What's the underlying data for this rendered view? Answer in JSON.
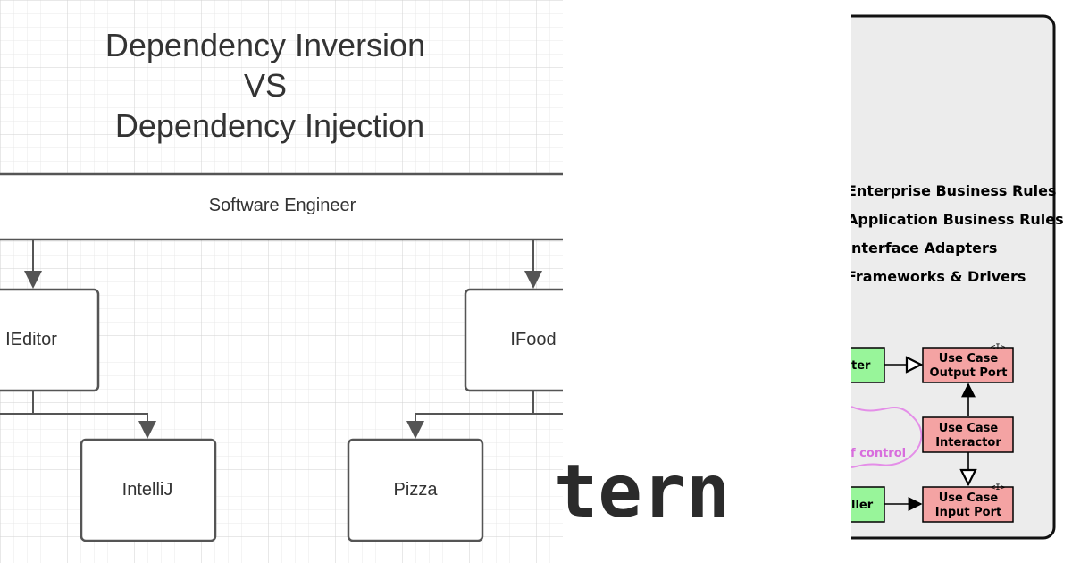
{
  "left_diagram": {
    "title_lines": [
      "Dependency Inversion",
      "VS",
      "Dependency Injection"
    ],
    "top_bar_label": "Software Engineer",
    "boxes": {
      "ieditor": "IEditor",
      "ifood": "IFood",
      "intellij": "IntelliJ",
      "pizza": "Pizza"
    }
  },
  "center_text": "tern",
  "right_diagram": {
    "layers": [
      "Enterprise Business Rules",
      "Application Business Rules",
      "nterface Adapters",
      "Frameworks & Drivers"
    ],
    "boxes": {
      "presenter_fragment": "ter",
      "controller_fragment": "ller",
      "output_port": [
        "Use Case",
        "Output Port"
      ],
      "interactor": [
        "Use Case",
        "Interactor"
      ],
      "input_port": [
        "Use Case",
        "Input Port"
      ],
      "interface_badge": "<I>"
    },
    "flow_label": "f control"
  },
  "colors": {
    "grid_minor": "#e9e9e9",
    "grid_major": "#d2d2d2",
    "box_stroke": "#555555",
    "panel_bg": "#ececec",
    "green_box": "#98f59a",
    "red_box": "#f4a3a3",
    "flow_curve": "#e48ee8"
  }
}
